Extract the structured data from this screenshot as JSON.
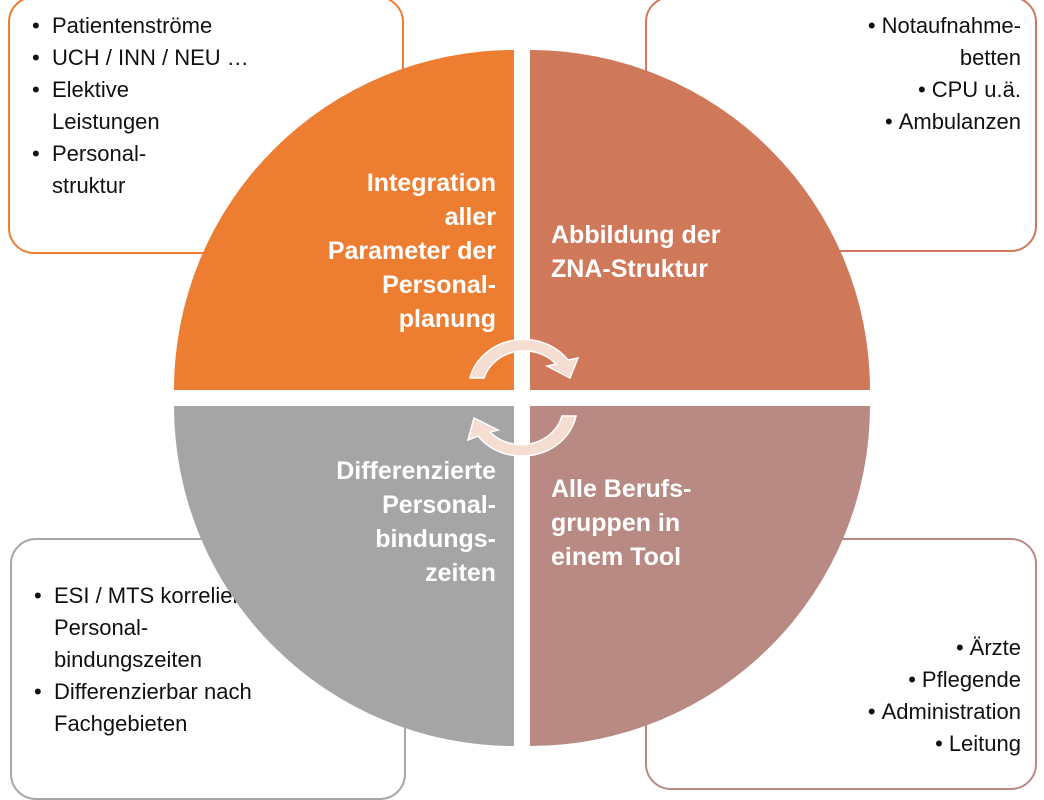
{
  "colors": {
    "q1": "#ED7D31",
    "q2": "#D0785A",
    "q3": "#A5A5A5",
    "q4": "#B98A83",
    "arrow": "#F5DDD2"
  },
  "quadrants": {
    "top_left": {
      "title": [
        "Integration",
        "aller",
        "Parameter der",
        "Personal-",
        "planung"
      ]
    },
    "top_right": {
      "title": [
        "Abbildung der",
        "ZNA-Struktur"
      ]
    },
    "bottom_left": {
      "title": [
        "Differenzierte",
        "Personal-",
        "bindungs-",
        "zeiten"
      ]
    },
    "bottom_right": {
      "title": [
        "Alle Berufs-",
        "gruppen in",
        "einem Tool"
      ]
    }
  },
  "boxes": {
    "top_left": [
      "Patientenströme",
      "UCH / INN / NEU …",
      "Elektive Leistungen",
      "Personal- struktur"
    ],
    "top_right": [
      "Notaufnahme- betten",
      "CPU u.ä.",
      "Ambulanzen"
    ],
    "bottom_left": [
      "ESI / MTS korrelierte Personal- bindungszeiten",
      "Differenzierbar nach Fachgebieten"
    ],
    "bottom_right": [
      "Ärzte",
      "Pflegende",
      "Administration",
      "Leitung"
    ]
  }
}
